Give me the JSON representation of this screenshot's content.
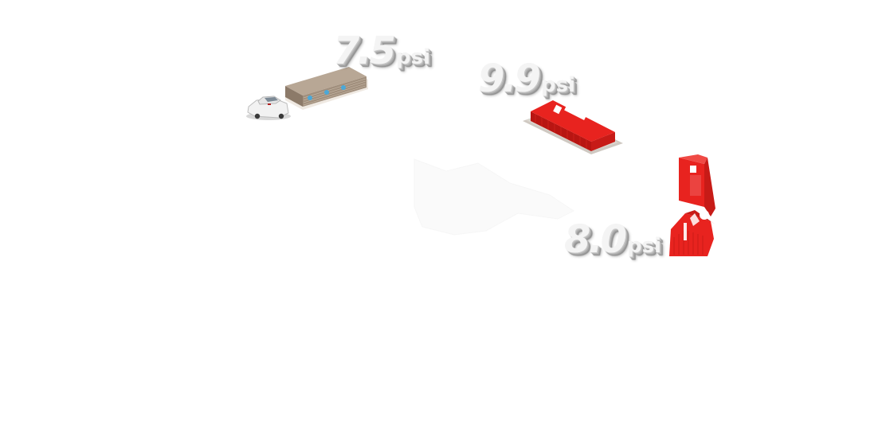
{
  "readings": [
    {
      "value": "7.5",
      "unit": "psi"
    },
    {
      "value": "9.9",
      "unit": "psi"
    },
    {
      "value": "8.0",
      "unit": "psi"
    }
  ],
  "colors": {
    "container_red": "#e8231f",
    "container_red_dark": "#b81512",
    "building_brown": "#8f7d6c",
    "window_blue": "#4aa8d8",
    "car_white": "#f2f2f2",
    "pad_grey": "#c8c3bd"
  },
  "objects": [
    {
      "name": "car-icon"
    },
    {
      "name": "building-icon"
    },
    {
      "name": "shipping-container-icon"
    },
    {
      "name": "damaged-container-icon"
    }
  ]
}
